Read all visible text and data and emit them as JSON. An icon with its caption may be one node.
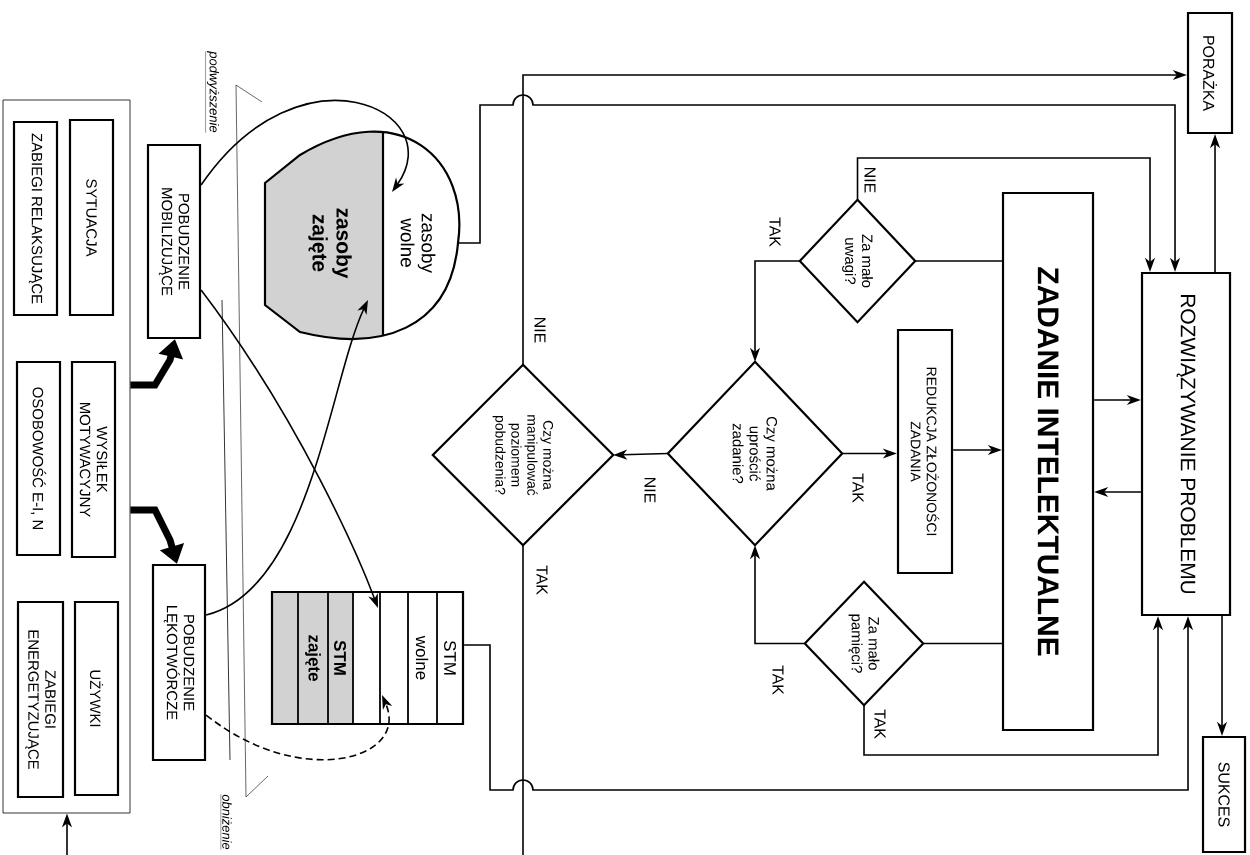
{
  "diagram": {
    "nodes": [
      {
        "text": [],
        "shape": "box"
      },
      {
        "text": [
          "SYTUACJA"
        ],
        "in": 0
      },
      {
        "text": [
          "ZABIEGI RELAKSUJĄCE"
        ],
        "in": 0
      },
      {
        "text": [
          "WYSIŁEK MOTYWACYJNY"
        ],
        "in": 0
      },
      {
        "text": [
          "OSOBOWOŚĆ E-I, N"
        ],
        "in": 0
      },
      {
        "text": [
          "UŻYWKI"
        ],
        "in": 0
      },
      {
        "text": [
          "ZABIEGI ENERGETYZUJĄCE"
        ],
        "in": 0
      },
      {
        "text": [
          "POBUDZENIE MOBILIZUJĄCE"
        ]
      },
      {
        "text": [
          "POBUDZENIE LĘKOTWÓRCZE"
        ]
      },
      {
        "text": [
          "zasoby wolne",
          "zasoby zajęte"
        ]
      },
      {
        "text": [
          "STM",
          "wolne",
          "STM",
          "zajęte"
        ]
      },
      {
        "text": [
          "Czy można manipulować poziomem pobudzenia?"
        ]
      },
      {
        "text": [
          "Czy można uprościć zadanie?"
        ]
      },
      {
        "text": [
          "Za mało uwagi?"
        ]
      },
      {
        "text": [
          "Za mało pamięci?"
        ]
      },
      {
        "text": [
          "REDUKCJA ZŁOŻONOŚCI ZADANIA"
        ]
      },
      {
        "text": [
          "ZADANIE INTELEKTUALNE"
        ]
      },
      {
        "text": [
          "ROZWIĄZYWANIE PROBLEMU"
        ]
      },
      {
        "text": [
          "PORAŻKA"
        ]
      },
      {
        "text": [
          "SUKCES"
        ]
      }
    ],
    "edges": [
      {
        "from": 0,
        "to": 7,
        "arrow": "to",
        "style": "thick"
      },
      {
        "from": 0,
        "to": 8,
        "arrow": "to",
        "style": "thick"
      },
      {
        "from": null,
        "to": 0,
        "arrow": "to"
      },
      {
        "from": 7,
        "to": 9,
        "arrow": "to"
      },
      {
        "from": 7,
        "to": 10,
        "arrow": "to"
      },
      {
        "from": 8,
        "to": 9,
        "arrow": "to"
      },
      {
        "from": 8,
        "to": 10,
        "arrow": "to",
        "style": "dashed"
      },
      {
        "from": 9,
        "to": 17,
        "arrow": "to"
      },
      {
        "from": 10,
        "to": 17,
        "arrow": "to"
      },
      {
        "from": 11,
        "to": 18,
        "arrow": "to",
        "label": "NIE"
      },
      {
        "from": 11,
        "to": null,
        "arrow": "none",
        "label": "TAK"
      },
      {
        "from": 12,
        "to": 11,
        "arrow": "to",
        "label": "NIE"
      },
      {
        "from": 12,
        "to": 15,
        "arrow": "to",
        "label": "TAK"
      },
      {
        "from": 13,
        "to": 12,
        "arrow": "to",
        "label": "TAK"
      },
      {
        "from": 13,
        "to": 17,
        "arrow": "to",
        "label": "NIE"
      },
      {
        "from": 14,
        "to": 12,
        "arrow": "to",
        "label": "TAK"
      },
      {
        "from": 14,
        "to": 17,
        "arrow": "to",
        "label": "TAK"
      },
      {
        "from": 15,
        "to": 16,
        "arrow": "to"
      },
      {
        "from": 16,
        "to": 17,
        "arrow": "to"
      },
      {
        "from": 17,
        "to": 16,
        "arrow": "to"
      },
      {
        "from": 16,
        "to": 13,
        "arrow": "none"
      },
      {
        "from": 16,
        "to": 14,
        "arrow": "none"
      },
      {
        "from": 17,
        "to": 18,
        "arrow": "to"
      },
      {
        "from": 17,
        "to": 19,
        "arrow": "to"
      }
    ],
    "labels": [
      "podwyższenie",
      "obniżenie"
    ]
  }
}
